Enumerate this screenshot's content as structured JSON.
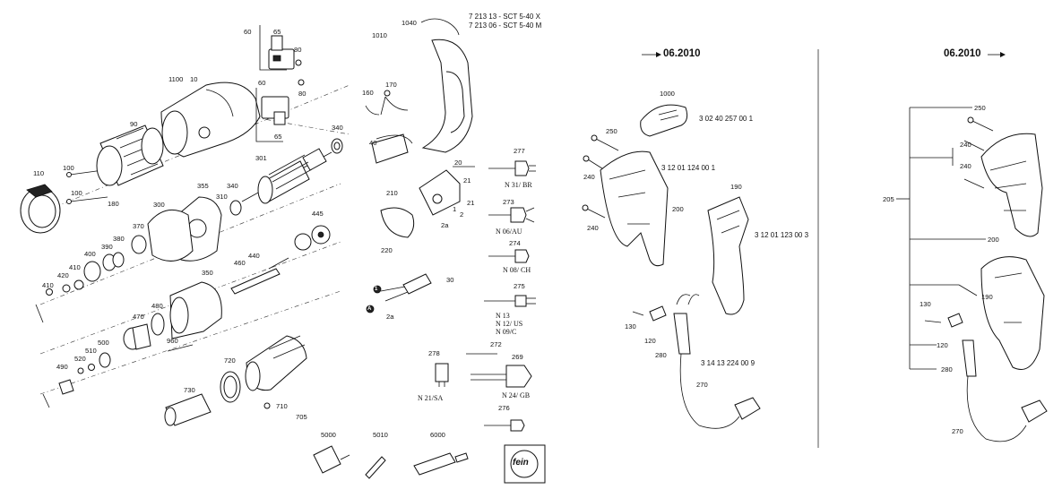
{
  "part_numbers": {
    "p1040": "1040",
    "p1010": "1010",
    "p160": "160",
    "p170": "170",
    "p40": "40",
    "p60a": "60",
    "p65a": "65",
    "p80a": "80",
    "p60b": "60",
    "p80b": "80",
    "p65b": "65",
    "p1100": "1100",
    "p10": "10",
    "p90": "90",
    "p340a": "340",
    "p110": "110",
    "p100a": "100",
    "p100b": "100",
    "p180": "180",
    "p301": "301",
    "p355": "355",
    "p340b": "340",
    "p310": "310",
    "p300": "300",
    "p370": "370",
    "p380": "380",
    "p390": "390",
    "p400": "400",
    "p410a": "410",
    "p420": "420",
    "p410b": "410",
    "p445": "445",
    "p440": "440",
    "p460": "460",
    "p350": "350",
    "p480": "480",
    "p470": "470",
    "p960": "960",
    "p500": "500",
    "p510": "510",
    "p520": "520",
    "p490": "490",
    "p720": "720",
    "p730": "730",
    "p710": "710",
    "p705": "705",
    "p20": "20",
    "p21a": "21",
    "p21b": "21",
    "p1": "1",
    "p2": "2",
    "p2a": "2a",
    "p210": "210",
    "p220": "220",
    "p30": "30",
    "p1c": "1",
    "pA": "A",
    "p2ac": "2a",
    "p277": "277",
    "p273": "273",
    "p274": "274",
    "p275": "275",
    "p272": "272",
    "p269": "269",
    "p278": "278",
    "p276": "276",
    "p5000": "5000",
    "p5010": "5010",
    "p6000": "6000",
    "m1000": "1000",
    "m250": "250",
    "m240a": "240",
    "m240b": "240",
    "m200": "200",
    "m190": "190",
    "m130": "130",
    "m120": "120",
    "m280": "280",
    "m270": "270",
    "r250": "250",
    "r240a": "240",
    "r240b": "240",
    "r205": "205",
    "r200": "200",
    "r190": "190",
    "r130": "130",
    "r120": "120",
    "r280": "280",
    "r270": "270"
  },
  "models": {
    "line1": "7 213 13 - SCT 5-40 X",
    "line2": "7 213 06 - SCT 5-40 M"
  },
  "plug_variants": {
    "n31": "N 31/ BR",
    "n06": "N 06/AU",
    "n08": "N 08/ CH",
    "n13": "N 13",
    "n12": "N 12/ US",
    "n09": "N 09/C",
    "n24": "N 24/ GB",
    "n21": "N 21/SA"
  },
  "order_numbers": {
    "cap": "3 02 40 257 00 1",
    "shell_left": "3 12 01 124 00 1",
    "shell_right": "3 12 01 123 00 3",
    "cable": "3 14 13 224 00 9"
  },
  "headers": {
    "until": "06.2010",
    "from": "06.2010"
  },
  "logo_text": "fein"
}
